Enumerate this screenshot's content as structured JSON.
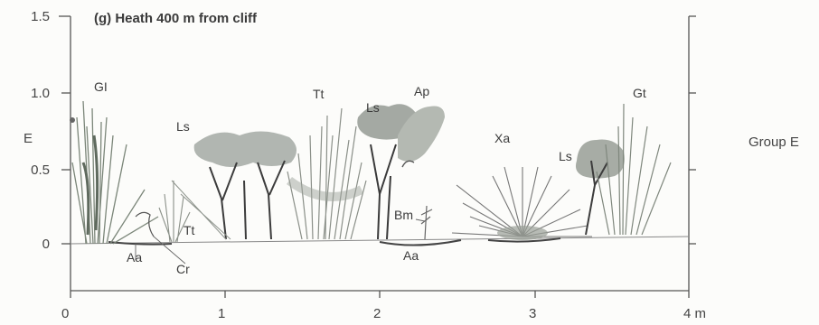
{
  "panel_title": "(g) Heath 400 m from cliff",
  "y_axis": {
    "label": "E",
    "ticks": [
      "1.5",
      "1.0",
      "0.5",
      "0"
    ]
  },
  "x_axis": {
    "ticks": [
      "0",
      "1",
      "2",
      "3",
      "4 m"
    ]
  },
  "group_label": "Group E",
  "plants": {
    "gi": "GI",
    "ls1": "Ls",
    "tt1": "Tt",
    "ls2": "Ls",
    "ap": "Ap",
    "xa": "Xa",
    "ls3": "Ls",
    "gt": "Gt",
    "bm": "Bm",
    "tt2": "Tt",
    "aa1": "Aa",
    "cr": "Cr",
    "aa2": "Aa"
  }
}
